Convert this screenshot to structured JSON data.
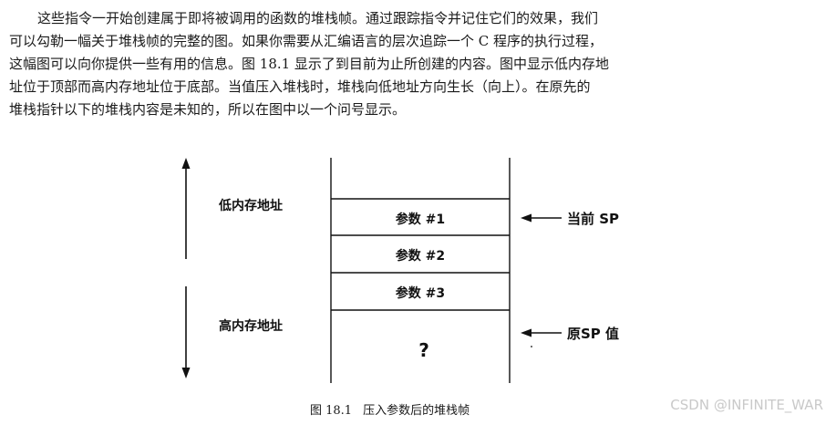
{
  "body_text": {
    "lines": [
      "这些指令一开始创建属于即将被调用的函数的堆栈帧。通过跟踪指令并记住它们的效果，我们",
      "可以勾勒一幅关于堆栈帧的完整的图。如果你需要从汇编语言的层次追踪一个 C 程序的执行过程，",
      "这幅图可以向你提供一些有用的信息。图 18.1 显示了到目前为止所创建的内容。图中显示低内存地",
      "址位于顶部而高内存地址位于底部。当值压入堆栈时，堆栈向低地址方向生长（向上）。在原先的",
      "堆栈指针以下的堆栈内容是未知的，所以在图中以一个问号显示。"
    ]
  },
  "figure": {
    "low_memory_label": "低内存地址",
    "high_memory_label": "高内存地址",
    "stack_cells": [
      "参数 #1",
      "参数 #2",
      "参数 #3"
    ],
    "unknown_cell": "?",
    "current_sp_label": "当前 SP",
    "original_sp_label": "原SP 值"
  },
  "caption": {
    "number": "图 18.1",
    "title": "压入参数后的堆栈帧"
  },
  "watermark": "CSDN @INFINITE_WAR"
}
